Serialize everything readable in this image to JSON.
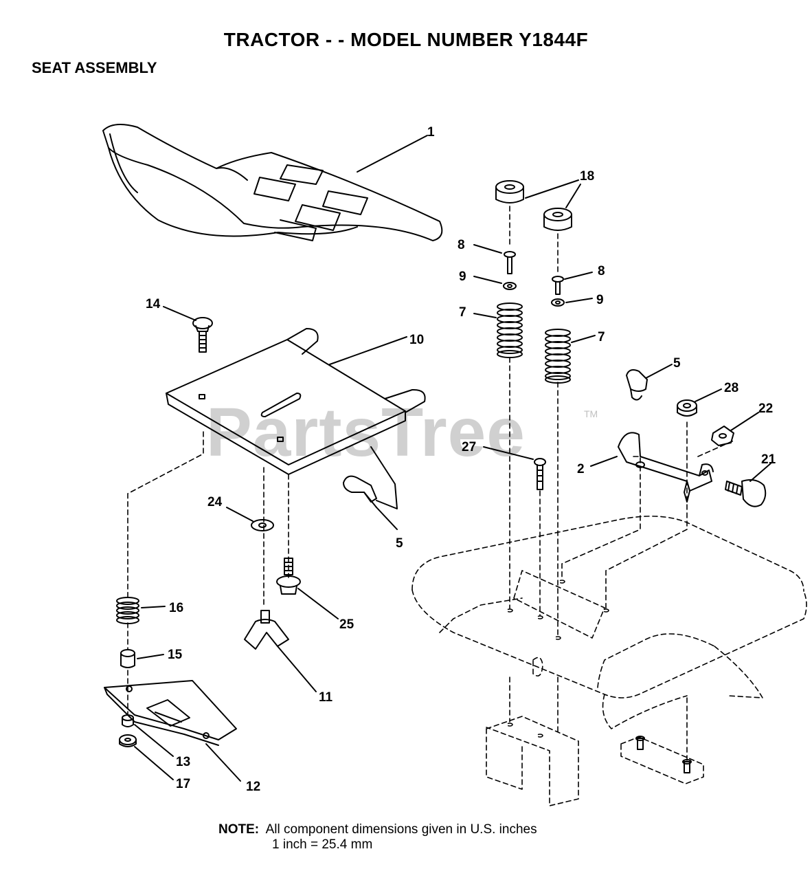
{
  "header": {
    "title": "TRACTOR - - MODEL NUMBER Y1844F",
    "subtitle": "SEAT ASSEMBLY"
  },
  "watermark": {
    "text": "PartsTree",
    "trademark": "TM"
  },
  "note": {
    "label": "NOTE:",
    "line1": "All component dimensions given in U.S. inches",
    "line2": "1 inch = 25.4 mm"
  },
  "parts": {
    "p1": "1",
    "p2": "2",
    "p5a": "5",
    "p5b": "5",
    "p7a": "7",
    "p7b": "7",
    "p8a": "8",
    "p8b": "8",
    "p9a": "9",
    "p9b": "9",
    "p10": "10",
    "p11": "11",
    "p12": "12",
    "p13": "13",
    "p14": "14",
    "p15": "15",
    "p16": "16",
    "p17": "17",
    "p18": "18",
    "p21": "21",
    "p22": "22",
    "p24": "24",
    "p25": "25",
    "p27": "27",
    "p28": "28"
  }
}
